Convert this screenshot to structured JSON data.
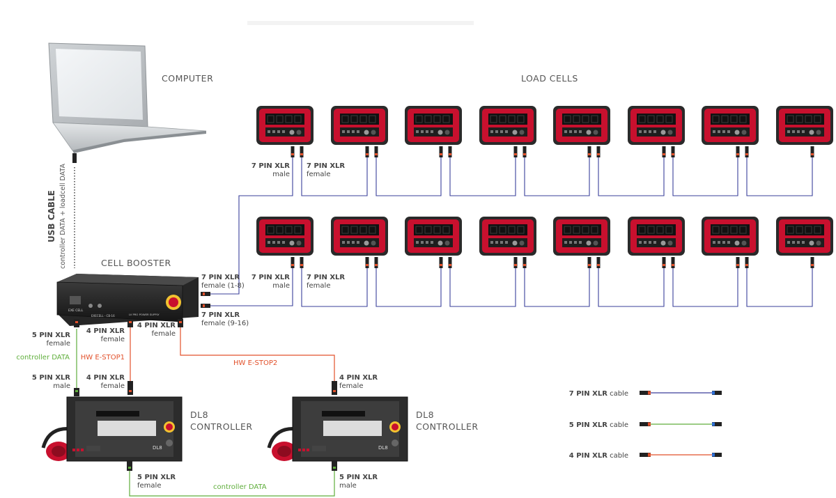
{
  "labels": {
    "computer": "COMPUTER",
    "load_cells": "LOAD CELLS",
    "cell_booster": "CELL BOOSTER",
    "dl8_line1": "DL8",
    "dl8_line2": "CONTROLLER",
    "usb_cable": "USB CABLE",
    "usb_sub": "controller DATA + loadcell DATA",
    "controller_data": "controller DATA",
    "hw_estop1": "HW E-STOP1",
    "hw_estop2": "HW E-STOP2"
  },
  "connectors": {
    "xlr7": "7 PIN XLR",
    "xlr5": "5 PIN XLR",
    "xlr4": "4 PIN XLR",
    "male": "male",
    "female": "female",
    "female_1_8": "female (1-8)",
    "female_9_16": "female (9-16)"
  },
  "device_text": {
    "booster_brand": "EXE CELL",
    "booster_model": "EXECELL - CB-16",
    "booster_psu": "LV PRO POWER SUPPLY",
    "controller_badge": "DL8"
  },
  "legend": [
    {
      "bold": "7 PIN XLR",
      "rest": " cable",
      "color": "#3a3f9a"
    },
    {
      "bold": "5 PIN XLR",
      "rest": " cable",
      "color": "#5fae3b"
    },
    {
      "bold": "4 PIN XLR",
      "rest": " cable",
      "color": "#e2502a"
    }
  ],
  "colors": {
    "cable_7pin": "#3a3f9a",
    "cable_5pin": "#5fae3b",
    "cable_4pin": "#e2502a",
    "device_red": "#c8102e"
  }
}
